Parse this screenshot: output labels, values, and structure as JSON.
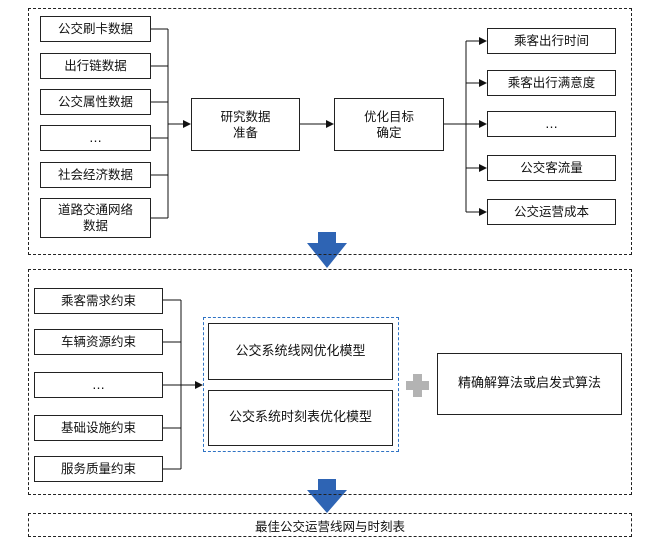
{
  "section1": {
    "inputs": [
      "公交刷卡数据",
      "出行链数据",
      "公交属性数据",
      "…",
      "社会经济数据",
      "道路交通网络\n数据"
    ],
    "prepare": "研究数据\n准备",
    "goal": "优化目标\n确定",
    "outputs": [
      "乘客出行时间",
      "乘客出行满意度",
      "…",
      "公交客流量",
      "公交运营成本"
    ]
  },
  "section2": {
    "constraints": [
      "乘客需求约束",
      "车辆资源约束",
      "…",
      "基础设施约束",
      "服务质量约束"
    ],
    "models": [
      "公交系统线网优化模型",
      "公交系统时刻表优化模型"
    ],
    "algorithm": "精确解算法或启发式算法"
  },
  "result": "最佳公交运营线网与时刻表",
  "colors": {
    "arrow_blue": "#2e64b4",
    "plus_gray": "#b3b3b3",
    "model_border": "#2f73c4"
  }
}
